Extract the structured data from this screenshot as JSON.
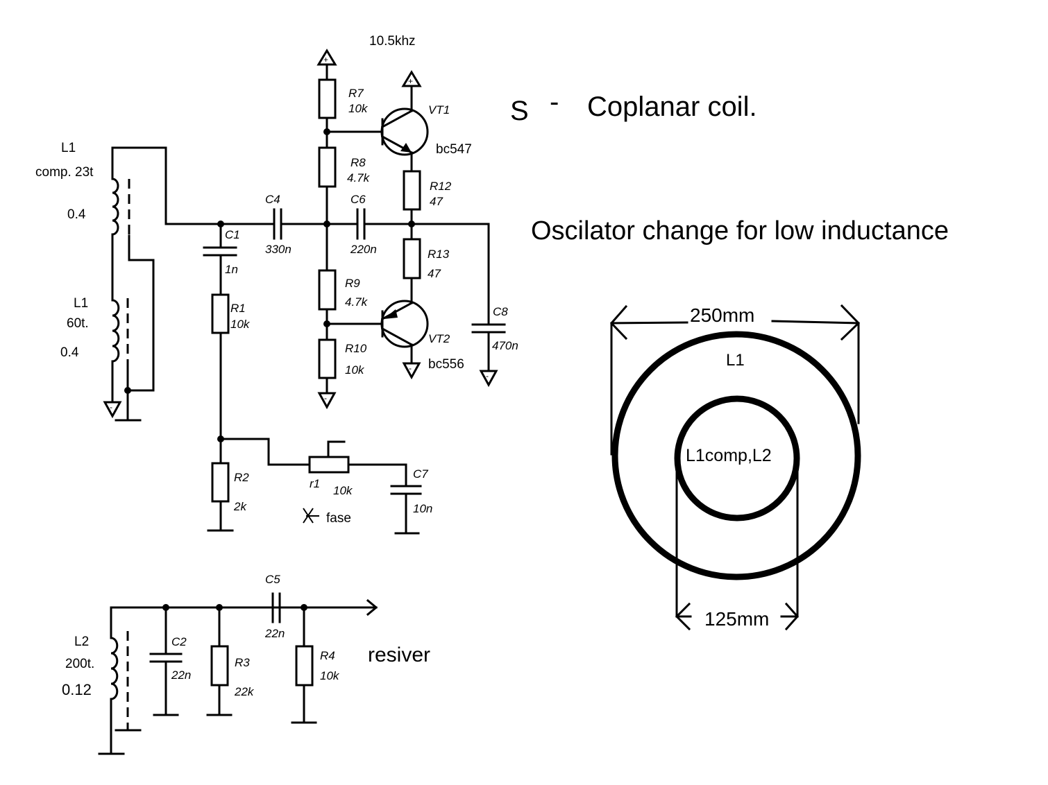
{
  "header": {
    "frequency": "10.5khz",
    "coil_type_symbol": "S",
    "coil_type_dash": "-",
    "coil_type_title": "Coplanar coil.",
    "note": "Oscilator change for low inductance"
  },
  "coils": {
    "l1_comp": {
      "name": "L1",
      "turns": "comp. 23t",
      "wire": "0.4"
    },
    "l1_main": {
      "name": "L1",
      "turns": "60t.",
      "wire": "0.4"
    },
    "l2": {
      "name": "L2",
      "turns": "200t.",
      "wire": "0.12"
    }
  },
  "components": {
    "r1": {
      "ref": "R1",
      "value": "10k"
    },
    "r2": {
      "ref": "R2",
      "value": "2k"
    },
    "r3": {
      "ref": "R3",
      "value": "22k"
    },
    "r4": {
      "ref": "R4",
      "value": "10k"
    },
    "r7": {
      "ref": "R7",
      "value": "10k"
    },
    "r8": {
      "ref": "R8",
      "value": "4.7k"
    },
    "r9": {
      "ref": "R9",
      "value": "4.7k"
    },
    "r10": {
      "ref": "R10",
      "value": "10k"
    },
    "r12": {
      "ref": "R12",
      "value": "47"
    },
    "r13": {
      "ref": "R13",
      "value": "47"
    },
    "pot": {
      "ref": "r1",
      "value": "10k",
      "note": "fase"
    },
    "c1": {
      "ref": "C1",
      "value": "1n"
    },
    "c2": {
      "ref": "C2",
      "value": "22n"
    },
    "c4": {
      "ref": "C4",
      "value": "330n"
    },
    "c5": {
      "ref": "C5",
      "value": "22n"
    },
    "c6": {
      "ref": "C6",
      "value": "220n"
    },
    "c7": {
      "ref": "C7",
      "value": "10n"
    },
    "c8": {
      "ref": "C8",
      "value": "470n"
    },
    "vt1": {
      "ref": "VT1",
      "part": "bc547"
    },
    "vt2": {
      "ref": "VT2",
      "part": "bc556"
    }
  },
  "power": {
    "plus": "+",
    "minus": "-"
  },
  "output_label": "resiver",
  "coil_drawing": {
    "outer_label": "L1",
    "inner_label": "L1comp,L2",
    "outer_diameter": "250mm",
    "inner_diameter": "125mm"
  }
}
